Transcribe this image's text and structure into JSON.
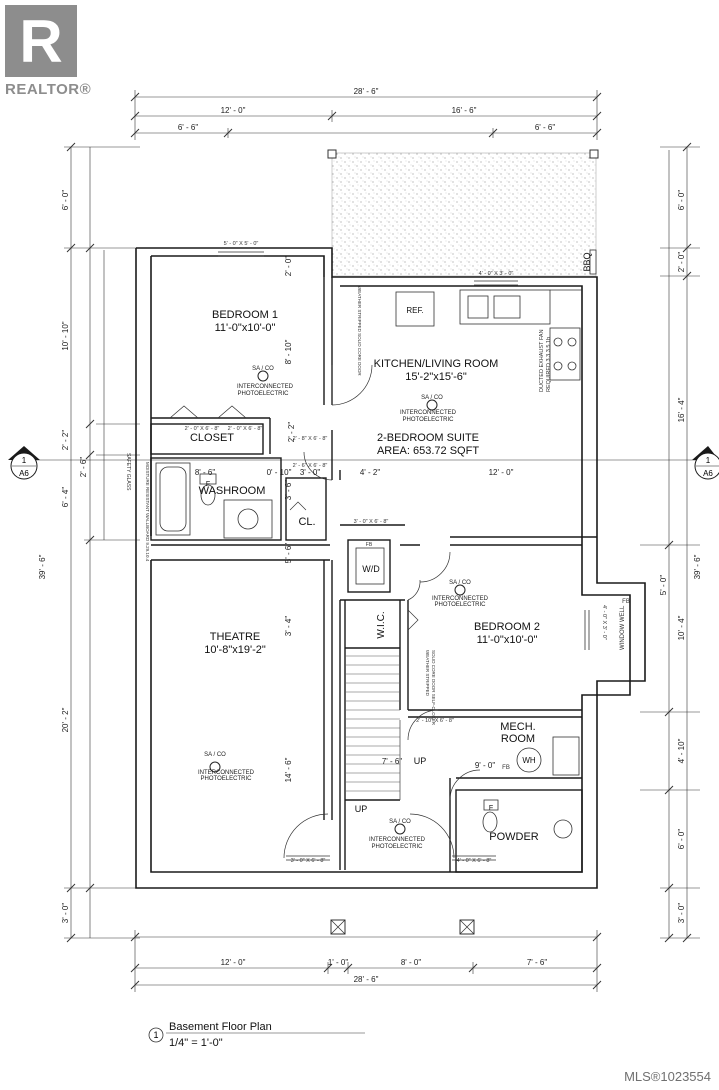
{
  "branding": {
    "logo_letter": "R",
    "logo_text": "REALTOR®",
    "mls_number": "MLS®1023554"
  },
  "dimensions": {
    "top_total": "28' - 6\"",
    "top_left": "12' - 0\"",
    "top_right": "16' - 6\"",
    "top_sub_left": "6' - 6\"",
    "top_sub_right": "6' - 6\"",
    "left_patio": "6' - 0\"",
    "left_bedroom": "10' - 10\"",
    "left_closet": "2' - 2\"",
    "left_small": "2' - 6\"",
    "left_washroom": "6' - 4\"",
    "left_total": "39' - 6\"",
    "left_theatre": "20' - 2\"",
    "left_bottom": "3' - 0\"",
    "right_patio": "6' - 0\"",
    "right_bbq": "2' - 0\"",
    "right_kitchen": "16' - 4\"",
    "right_total": "39' - 6\"",
    "right_well": "5' - 0\"",
    "right_bedroom2": "10' - 4\"",
    "right_mech": "4' - 10\"",
    "right_powder": "6' - 0\"",
    "right_bottom": "3' - 0\"",
    "bottom_total": "28' - 6\"",
    "bottom_a": "12' - 0\"",
    "bottom_b": "1' - 0\"",
    "bottom_c": "8' - 0\"",
    "bottom_d": "7' - 6\""
  },
  "interior_dims": {
    "d_2_0": "2' - 0\"",
    "d_8_10": "8' - 10\"",
    "d_2_2": "2' - 2\"",
    "d_8_6": "8' - 6\"",
    "d_0_10": "0' - 10\"",
    "d_3_0": "3' - 0\"",
    "d_4_2": "4' - 2\"",
    "d_12_0": "12' - 0\"",
    "d_3_6": "3' - 6\"",
    "d_5_6": "5' - 6\"",
    "d_3_4": "3' - 4\"",
    "d_14_6": "14' - 6\"",
    "d_7_6": "7' - 6\"",
    "d_9_0": "9' - 0\""
  },
  "windows": {
    "top_bedroom": "5' - 0\" X 5' - 0\"",
    "top_kitchen": "4' - 0\" X 3' - 0\"",
    "bedroom1_side": "WEATHER STRIPPED SOLID CORE DOOR",
    "closet_doors": "2' - 0\" X 6' - 8\"",
    "kitchen_door": "2' - 8\" X 6' - 8\"",
    "wd_window": "3' - 0\" X 6' - 8\"",
    "well_window": "4' - 0\" X 3' - 0\"",
    "mech_door": "2' - 10\" X 6' - 8\"",
    "stair_wall": "SOLID CORE DOOR SELF-CLOSER",
    "stair_wall2": "WEATHER STRIPPED",
    "bottom_left_door": "3' - 0\" X 6' - 8\"",
    "bottom_right_door": "4' - 0\" X 6' - 8\"",
    "washroom_door": "2' - 6\" X 6' - 8\""
  },
  "rooms": {
    "bedroom1_name": "BEDROOM 1",
    "bedroom1_size": "11'-0\"x10'-0\"",
    "closet": "CLOSET",
    "kitchen_name": "KITCHEN/LIVING ROOM",
    "kitchen_size": "15'-2\"x15'-6\"",
    "suite_name": "2-BEDROOM SUITE",
    "suite_area": "AREA: 653.72 SQFT",
    "washroom": "WASHROOM",
    "cl": "CL.",
    "wd": "W/D",
    "wic": "W.I.C.",
    "bedroom2_name": "BEDROOM 2",
    "bedroom2_size": "11'-0\"x10'-0\"",
    "theatre_name": "THEATRE",
    "theatre_size": "10'-8\"x19'-2\"",
    "mech": "MECH.",
    "mech_room": "ROOM",
    "wh": "WH",
    "powder": "POWDER",
    "ref": "REF.",
    "bbq": "BBQ",
    "window_well": "WINDOW WELL",
    "fb": "FB",
    "exhaust": "DUCTED EXHAUST FAN",
    "exhaust2": "REQUIRED 3.3.3.5.1b",
    "safety_glass": "SAFETY GLASS",
    "wallboard": "MOISTURE RESISTANT WALLBOARD 9.29.10.4",
    "up": "UP",
    "f": "F",
    "sa_co": "SA / CO",
    "interconnected": "INTERCONNECTED",
    "photoelectric": "PHOTOELECTRIC"
  },
  "section_marks": {
    "number": "1",
    "sheet": "A6"
  },
  "caption": {
    "number": "1",
    "title": "Basement Floor Plan",
    "scale": "1/4\" = 1'-0\""
  }
}
